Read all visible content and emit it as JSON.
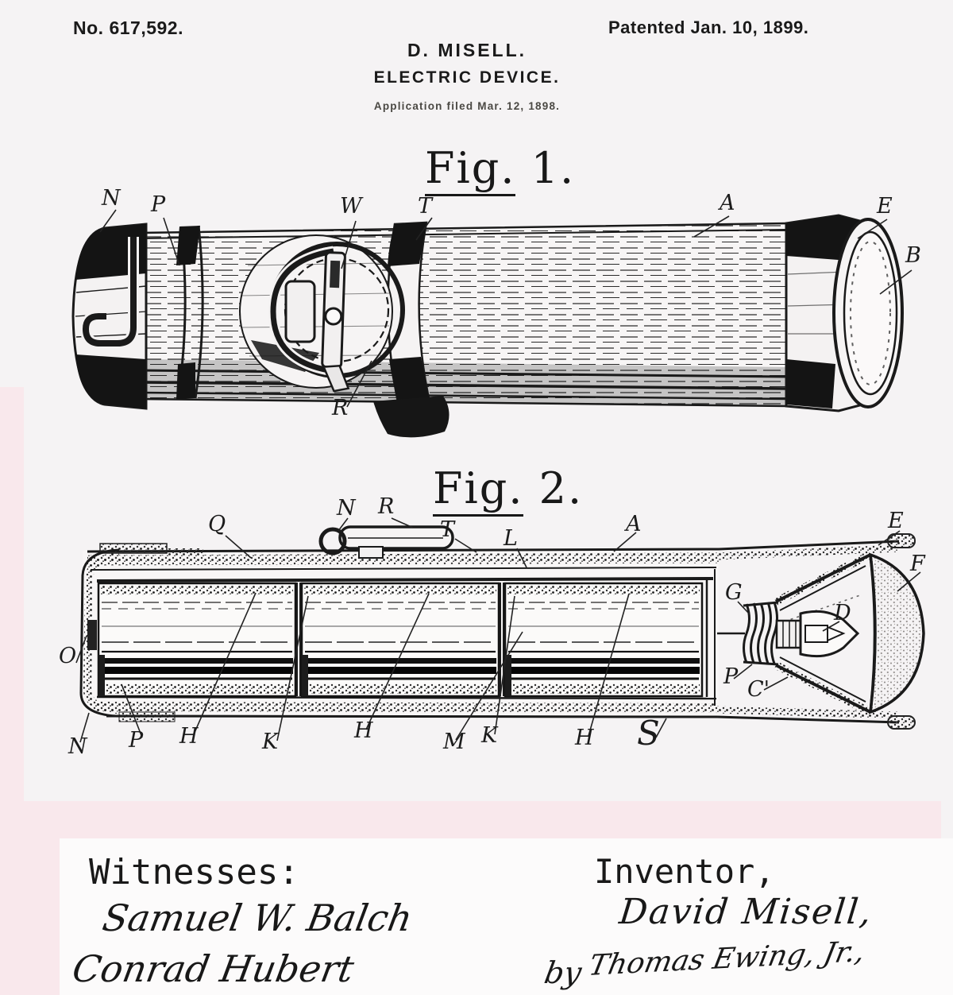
{
  "header": {
    "patent_number": "No. 617,592.",
    "patent_date": "Patented Jan. 10, 1899.",
    "inventor_heading": "D. MISELL.",
    "invention_title": "ELECTRIC DEVICE.",
    "application_line": "Application filed Mar. 12, 1898."
  },
  "fig1": {
    "caption_word": "Fig.",
    "caption_number": "1.",
    "labels": [
      "N",
      "P",
      "W",
      "T",
      "A",
      "E",
      "B",
      "R"
    ]
  },
  "fig2": {
    "caption_word": "Fig.",
    "caption_number": "2.",
    "labels_top": [
      "Q",
      "N",
      "R",
      "T",
      "L",
      "A"
    ],
    "labels_right": [
      "E",
      "F",
      "G",
      "D"
    ],
    "labels_socket": [
      "P",
      "C'"
    ],
    "label_left": "O",
    "labels_bottom": [
      "N",
      "P",
      "H",
      "K",
      "H",
      "M",
      "K",
      "H",
      "S"
    ]
  },
  "signatures": {
    "witnesses_heading": "Witnesses:",
    "witness_1": "Samuel W. Balch",
    "witness_2": "Conrad Hubert",
    "inventor_heading": "Inventor,",
    "inventor_name": "David Misell,",
    "by_prefix": "by",
    "attorney_signature": "Thomas Ewing, Jr.,"
  },
  "colors": {
    "paper": "#f5f3f4",
    "paper_bright": "#fcfbfb",
    "pink": "#f9e8ec",
    "ink": "#1a1a1a"
  }
}
